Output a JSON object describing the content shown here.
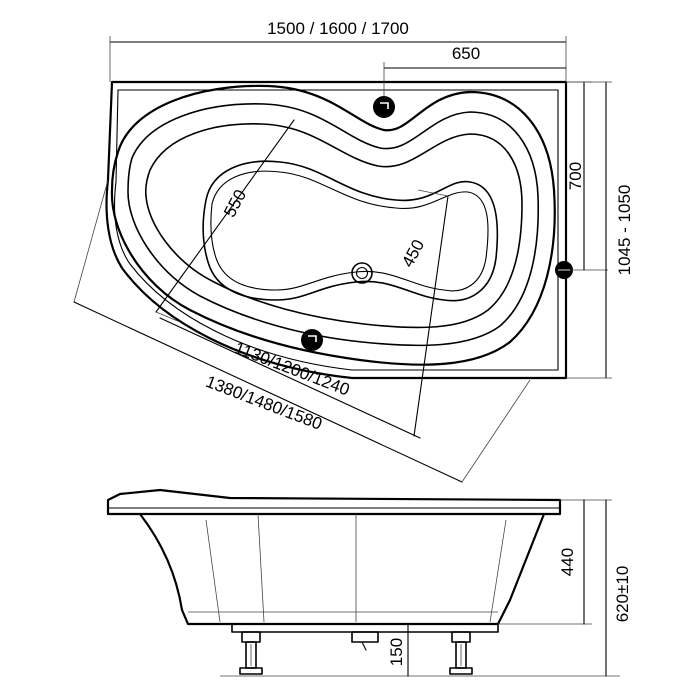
{
  "drawing": {
    "width_options": "1500 / 1600 / 1700",
    "drain_offset": "650",
    "side_depth": "700",
    "total_depth": "1045 - 1050",
    "inner_length": "550",
    "inner_width": "450",
    "diag_inner": "1130/1200/1240",
    "diag_outer": "1380/1480/1580",
    "bath_height": "440",
    "total_height": "620±10",
    "leg_height": "150"
  }
}
